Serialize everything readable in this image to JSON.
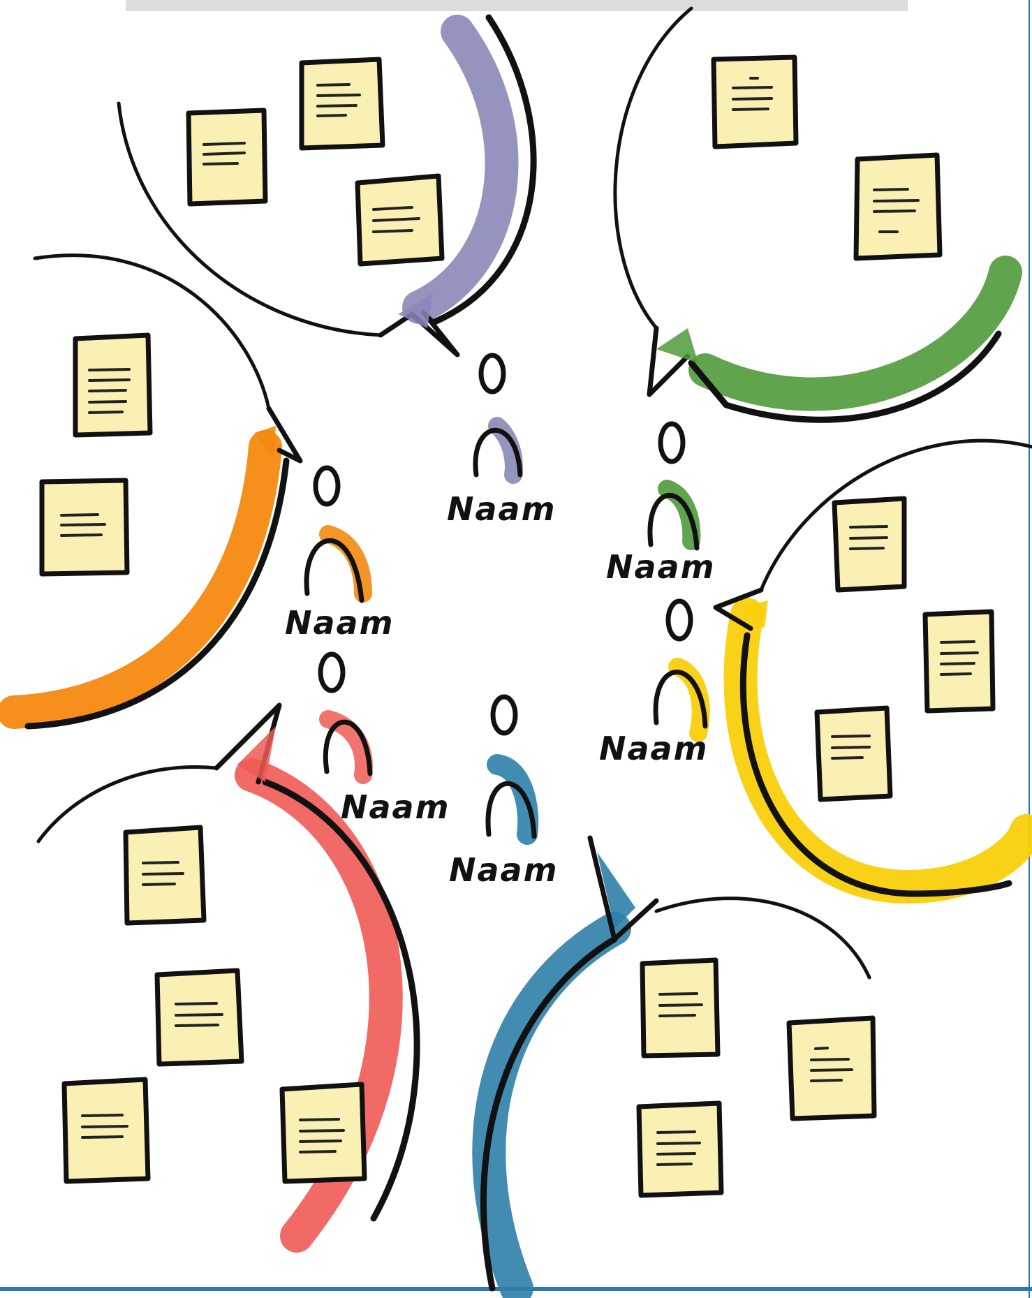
{
  "people": [
    {
      "id": "purple",
      "label": "Naam",
      "color": "#8a88b8"
    },
    {
      "id": "green",
      "label": "Naam",
      "color": "#4f9a3a"
    },
    {
      "id": "orange",
      "label": "Naam",
      "color": "#f5890f"
    },
    {
      "id": "yellow",
      "label": "Naam",
      "color": "#f9cf0a"
    },
    {
      "id": "red",
      "label": "Naam",
      "color": "#ef5a55"
    },
    {
      "id": "blue",
      "label": "Naam",
      "color": "#2f7fa8"
    }
  ],
  "colors": {
    "sticky_note": "#fbf0b4",
    "ink": "#111111",
    "bottom_border": "#2a7ab0"
  }
}
